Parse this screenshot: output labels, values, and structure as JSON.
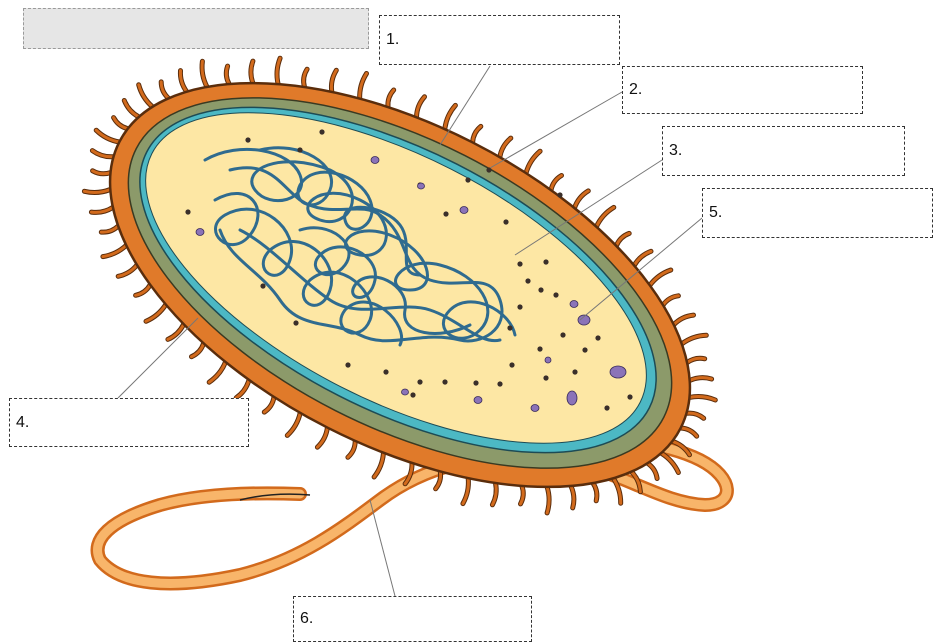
{
  "title": "",
  "labels": [
    {
      "id": "1",
      "text": "1."
    },
    {
      "id": "2",
      "text": "2."
    },
    {
      "id": "3",
      "text": "3."
    },
    {
      "id": "4",
      "text": "4."
    },
    {
      "id": "5",
      "text": "5."
    },
    {
      "id": "6",
      "text": "6."
    }
  ],
  "colors": {
    "capsule": "#e07a2a",
    "cell_wall": "#8c9a6a",
    "membrane": "#4cb8c4",
    "cytoplasm": "#fde7a4",
    "nucleoid": "#2f6b8f",
    "ribosome": "#3a2f2a",
    "inclusion": "#8b73b8",
    "flagellum": "#f5a04a"
  }
}
